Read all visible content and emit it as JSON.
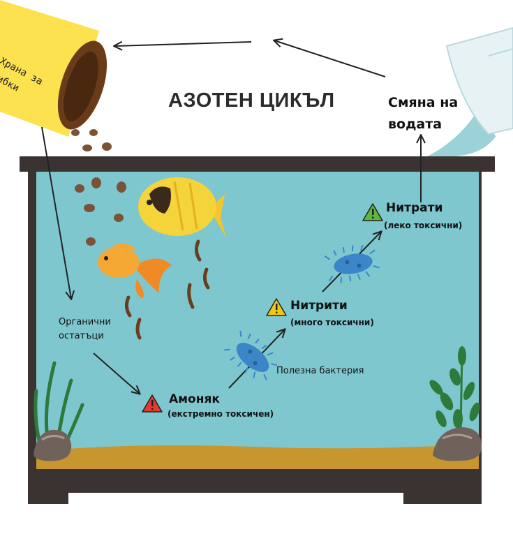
{
  "title": "АЗОТЕН ЦИКЪЛ",
  "water_change": {
    "line1": "Смяна на",
    "line2": "водата"
  },
  "food_can": {
    "line1": "Храна за",
    "line2": "рибки"
  },
  "organic_waste": {
    "line1": "Органични",
    "line2": "остатъци"
  },
  "bacteria_label": "Полезна бактерия",
  "stages": [
    {
      "name": "Амоняк",
      "note": "(екстремно токсичен)",
      "warning_color": "#e53b2f"
    },
    {
      "name": "Нитрити",
      "note": "(много токсични)",
      "warning_color": "#f2c618"
    },
    {
      "name": "Нитрати",
      "note": "(леко токсични)",
      "warning_color": "#5cb83a"
    }
  ],
  "colors": {
    "water": "#7fc7cf",
    "tank_frame": "#3a3332",
    "sand": "#c8962f",
    "bacteria": "#3a86c8",
    "plant": "#2e7a3a",
    "food_can": "#fde24f"
  }
}
